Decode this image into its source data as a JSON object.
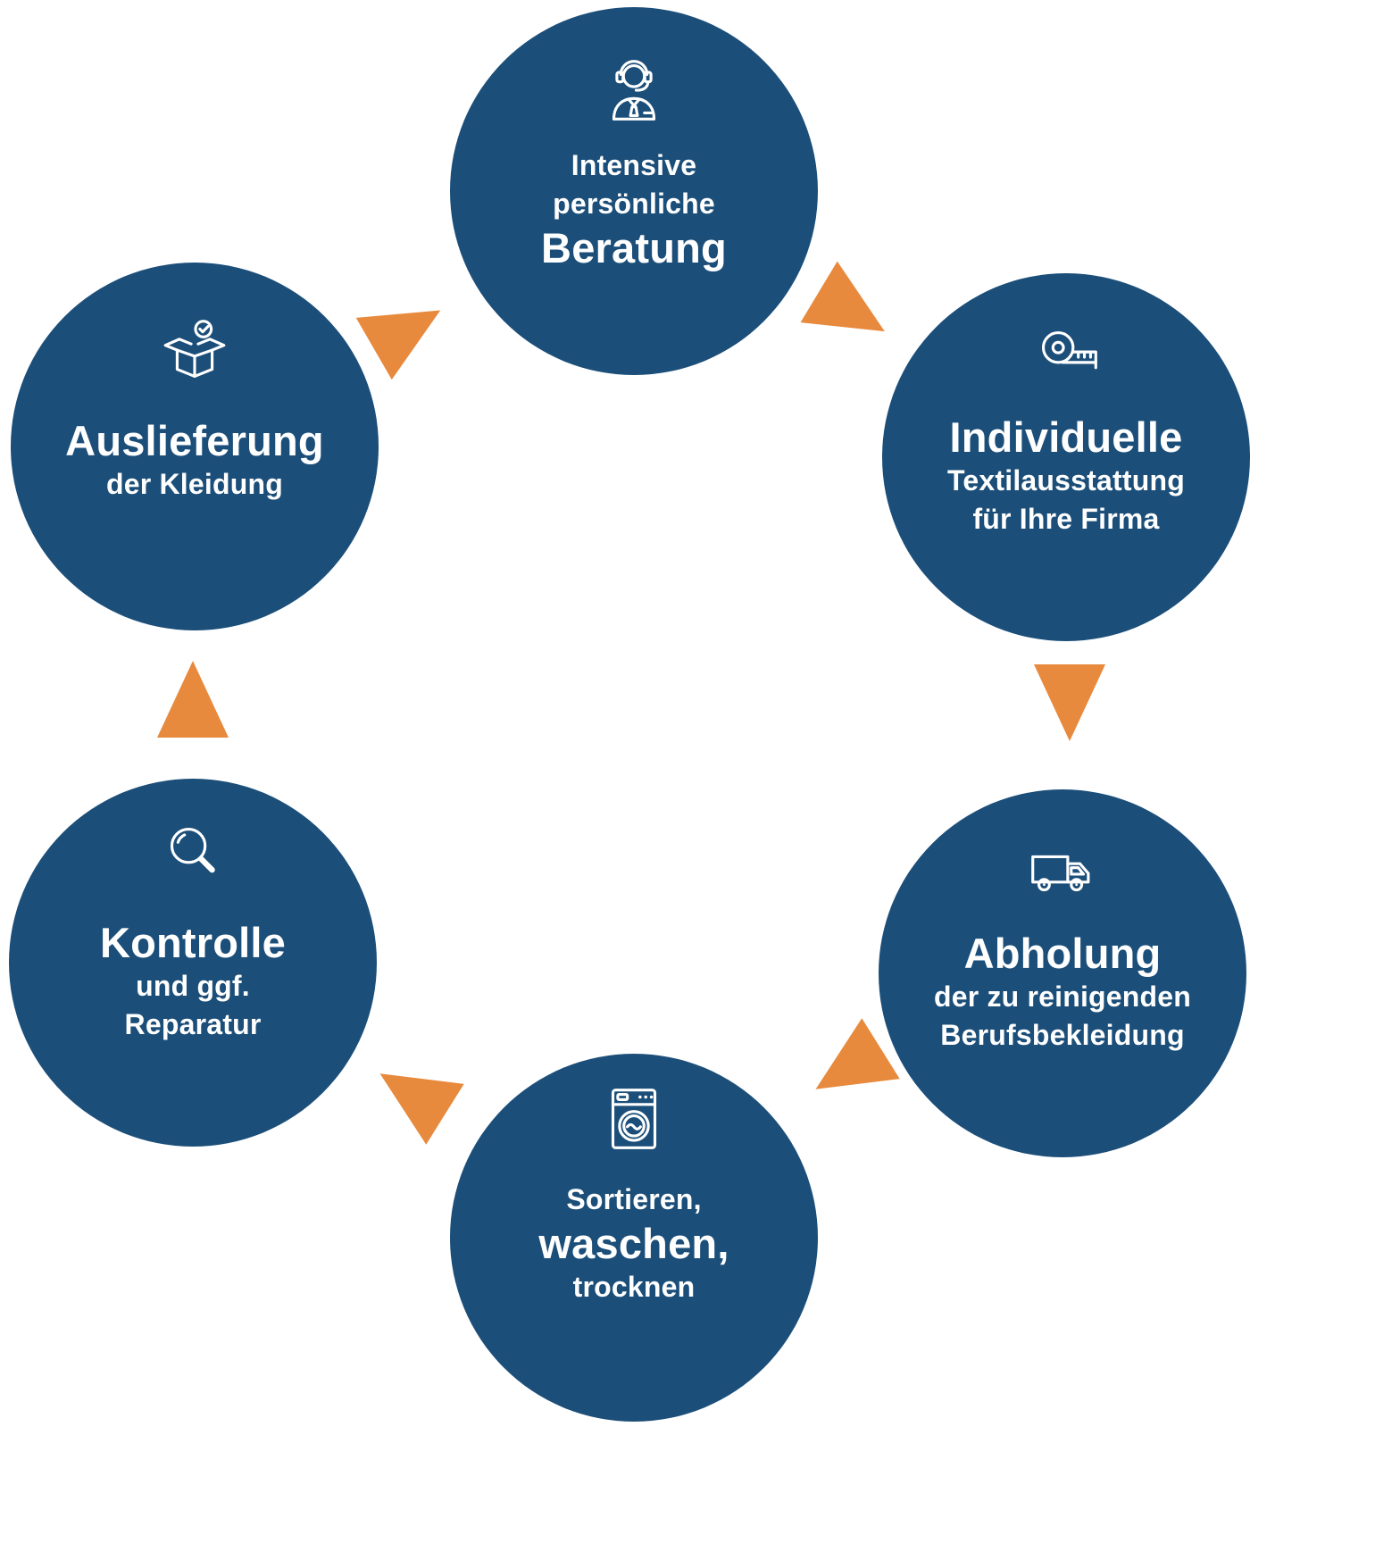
{
  "diagram": {
    "colors": {
      "circle": "#1B4E79",
      "arrow": "#E88A3D",
      "text": "#FFFFFF",
      "background": "#FFFFFF"
    },
    "steps": [
      {
        "key": "beratung",
        "icon": "support-agent-icon",
        "line1": "Intensive",
        "line2": "persönliche",
        "line3": "Beratung"
      },
      {
        "key": "individuelle-textilausstattung",
        "icon": "tape-measure-icon",
        "line1": "Individuelle",
        "line2": "Textilausstattung",
        "line3": "für Ihre Firma"
      },
      {
        "key": "abholung",
        "icon": "delivery-truck-icon",
        "line1": "Abholung",
        "line2": "der zu reinigenden",
        "line3": "Berufsbekleidung"
      },
      {
        "key": "sortieren-waschen-trocknen",
        "icon": "washing-machine-icon",
        "line1": "Sortieren,",
        "line2": "waschen,",
        "line3": "trocknen"
      },
      {
        "key": "kontrolle",
        "icon": "magnifying-glass-icon",
        "line1": "Kontrolle",
        "line2": "und ggf.",
        "line3": "Reparatur"
      },
      {
        "key": "auslieferung",
        "icon": "open-box-check-icon",
        "line1": "Auslieferung",
        "line2": "der Kleidung"
      }
    ]
  }
}
